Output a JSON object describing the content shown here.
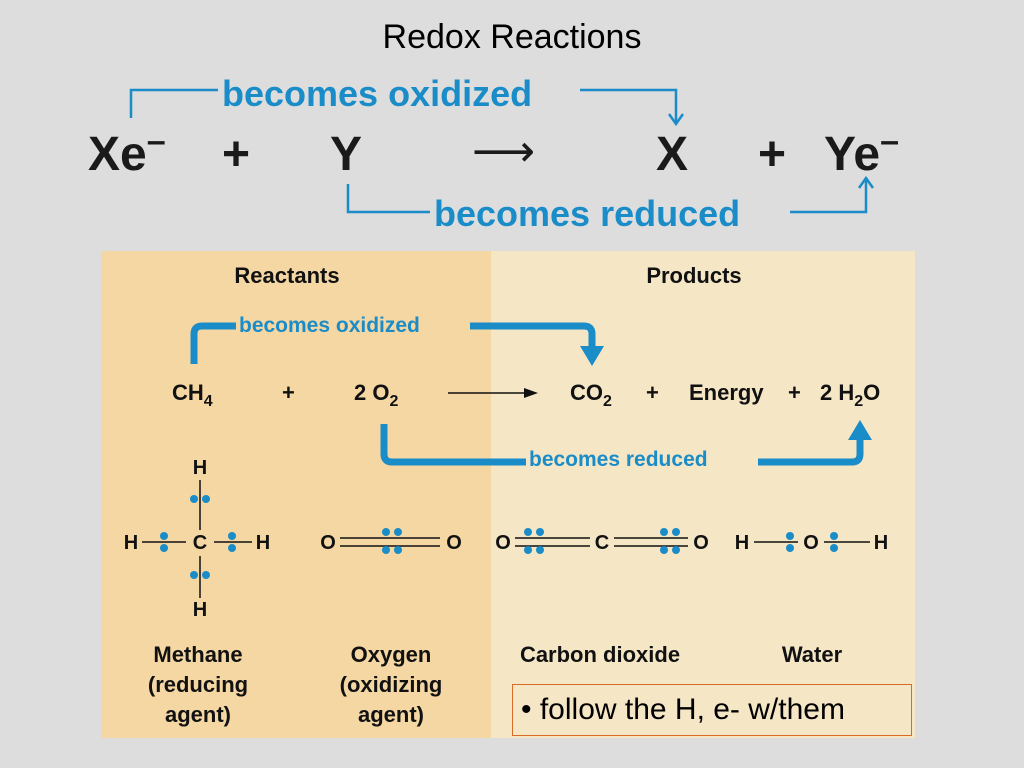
{
  "title": "Redox Reactions",
  "top_equation": {
    "oxidized_label": "becomes oxidized",
    "reduced_label": "becomes reduced",
    "xe": "Xe",
    "minus": "–",
    "plus": "+",
    "y": "Y",
    "arrow": "⟶",
    "x": "X",
    "ye": "Ye"
  },
  "panel": {
    "reactants_header": "Reactants",
    "products_header": "Products",
    "oxidized_label": "becomes oxidized",
    "reduced_label": "becomes reduced",
    "equation": {
      "ch": "CH",
      "ch_sub": "4",
      "plus": "+",
      "o2_coef": "2 O",
      "o2_sub": "2",
      "co": "CO",
      "co_sub": "2",
      "energy": "Energy",
      "h2o_coef": "2 H",
      "h2o_sub": "2",
      "h2o_o": "O"
    },
    "atoms": {
      "h": "H",
      "c": "C",
      "o": "O"
    },
    "molecules": {
      "methane": [
        "Methane",
        "(reducing",
        "agent)"
      ],
      "oxygen": [
        "Oxygen",
        "(oxidizing",
        "agent)"
      ],
      "carbon_dioxide": "Carbon dioxide",
      "water": "Water"
    }
  },
  "note": "• follow the H, e- w/them",
  "colors": {
    "accent_blue": "#1a8cc8",
    "reactants_bg": "#f4d7a3",
    "products_bg": "#f5e6c6",
    "background": "#dddddd",
    "note_border": "#d86a2a"
  }
}
